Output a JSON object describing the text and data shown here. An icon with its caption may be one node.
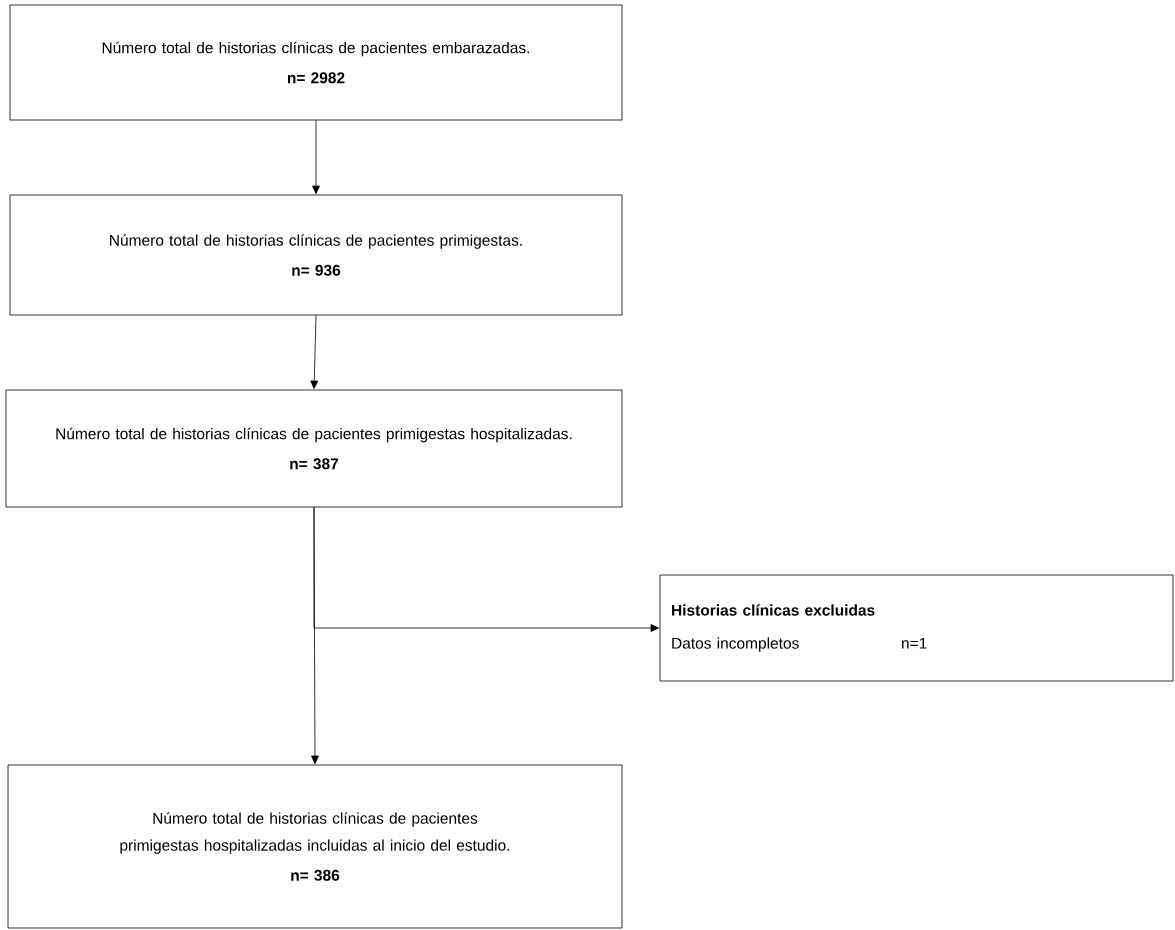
{
  "diagram": {
    "nodes": [
      {
        "text": [
          "Número total de historias clínicas de pacientes embarazadas.",
          "n= 2982"
        ]
      },
      {
        "text": [
          "Número total de historias clínicas de pacientes primigestas.",
          "n= 936"
        ]
      },
      {
        "text": [
          "Número total de historias clínicas de pacientes primigestas hospitalizadas.",
          "n= 387"
        ]
      },
      {
        "text": [
          "Historias clínicas excluidas",
          "Datos incompletos",
          "n=1"
        ]
      },
      {
        "text": [
          "Número total de historias clínicas de pacientes primigestas hospitalizadas incluidas al inicio del estudio.",
          "n= 386"
        ]
      }
    ],
    "edges": [
      {
        "from": 0,
        "to": 1,
        "arrow": "to"
      },
      {
        "from": 1,
        "to": 2,
        "arrow": "to"
      },
      {
        "from": 2,
        "to": 3,
        "arrow": "to"
      },
      {
        "from": 2,
        "to": 4,
        "arrow": "to"
      }
    ]
  }
}
